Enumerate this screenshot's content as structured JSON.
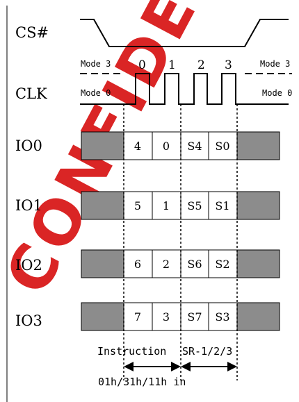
{
  "signals": {
    "cs": "CS#",
    "clk": "CLK",
    "io0": "IO0",
    "io1": "IO1",
    "io2": "IO2",
    "io3": "IO3"
  },
  "clk_modes": {
    "mode3_left": "Mode 3",
    "mode0_left": "Mode 0",
    "mode3_right": "Mode 3",
    "mode0_right": "Mode 0"
  },
  "clock_numbers": [
    "0",
    "1",
    "2",
    "3"
  ],
  "io_rows": [
    {
      "cells": [
        "4",
        "0",
        "S4",
        "S0"
      ]
    },
    {
      "cells": [
        "5",
        "1",
        "S5",
        "S1"
      ]
    },
    {
      "cells": [
        "6",
        "2",
        "S6",
        "S2"
      ]
    },
    {
      "cells": [
        "7",
        "3",
        "S7",
        "S3"
      ]
    }
  ],
  "annotations": {
    "instruction": "Instruction",
    "sr": "SR-1/2/3",
    "command": "01h/31h/11h in"
  },
  "colors": {
    "line": "#000000",
    "gray": "#8c8c8c",
    "watermark": "#d40000"
  },
  "watermark_text": "CONFIDENTIAL"
}
